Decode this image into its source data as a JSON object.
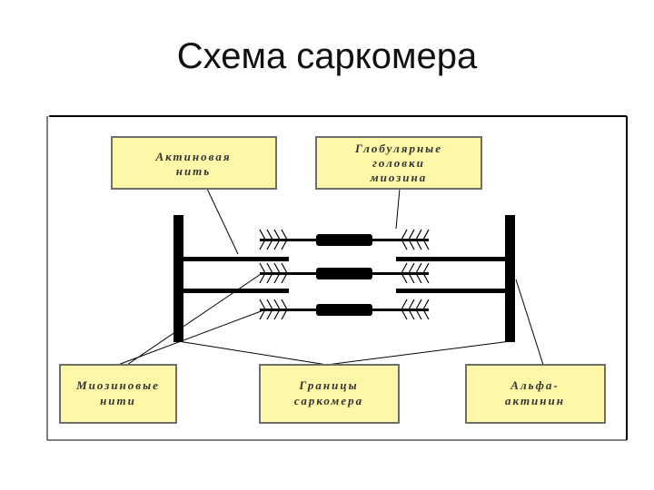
{
  "slide": {
    "title": "Схема саркомера"
  },
  "colors": {
    "label_fill": "#fff7a8",
    "label_border": "#6e6e6e",
    "filament": "#000000",
    "leader_line": "#000000",
    "frame": "#000000"
  },
  "labels": {
    "actin": [
      "Актиновая",
      "нить"
    ],
    "myosin_heads": [
      "Глобулярные",
      "головки",
      "миозина"
    ],
    "myosin_filaments": [
      "Миозиновые",
      "нити"
    ],
    "sarcomere_borders": [
      "Границы",
      "саркомера"
    ],
    "alpha_actinin": [
      "Альфа-",
      "актинин"
    ]
  }
}
